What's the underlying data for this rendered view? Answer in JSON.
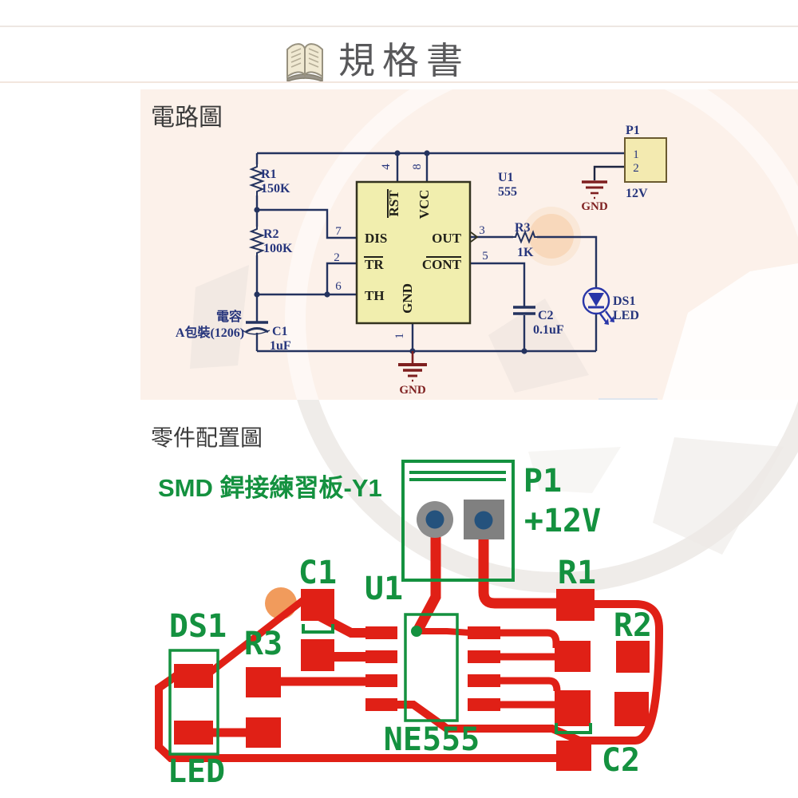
{
  "header": {
    "title": "規格書",
    "book_icon": "open-book-icon"
  },
  "circuit_section": {
    "label": "電路圖",
    "r1": {
      "ref": "R1",
      "value": "150K"
    },
    "r2": {
      "ref": "R2",
      "value": "100K"
    },
    "r3": {
      "ref": "R3",
      "value": "1K"
    },
    "c1": {
      "ref": "C1",
      "value": "1uF",
      "note_line1": "電容",
      "note_line2": "A包裝(1206)"
    },
    "c2": {
      "ref": "C2",
      "value": "0.1uF"
    },
    "u1": {
      "ref": "U1",
      "value": "555"
    },
    "ds1": {
      "ref": "DS1",
      "value": "LED"
    },
    "p1": {
      "ref": "P1",
      "pin1": "1",
      "pin2": "2",
      "value": "12V"
    },
    "gnd_main": "GND",
    "gnd_p1": "GND",
    "ic_pins": {
      "rst": "RST",
      "vcc": "VCC",
      "dis": "DIS",
      "out": "OUT",
      "tr": "TR",
      "cont": "CONT",
      "th": "TH",
      "gnd": "GND"
    },
    "pin_numbers": {
      "n4": "4",
      "n8": "8",
      "n7": "7",
      "n2": "2",
      "n6": "6",
      "n3": "3",
      "n5": "5",
      "n1": "1"
    }
  },
  "pcb_section": {
    "label": "零件配置圖",
    "board_title": "SMD 銲接練習板-Y1",
    "labels": {
      "p1": "P1",
      "plus12v": "+12V",
      "c1": "C1",
      "u1": "U1",
      "r1": "R1",
      "r2": "R2",
      "r3": "R3",
      "ds1": "DS1",
      "ne555": "NE555",
      "led": "LED",
      "c2": "C2"
    }
  },
  "colors": {
    "trace_red": "#e02016",
    "silkscreen_green": "#14913f",
    "schematic_navy": "#26357c",
    "gnd_maroon": "#7e1f1f",
    "ic_fill_yellow": "#f1eeae",
    "panel_pink": "#fcf1ea"
  }
}
